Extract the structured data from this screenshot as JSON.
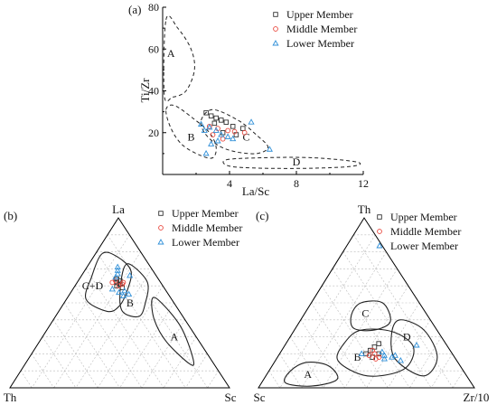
{
  "legend_labels": [
    "Upper Member",
    "Middle Member",
    "Lower Member"
  ],
  "colors": {
    "upper": "#333333",
    "middle": "#e8443a",
    "lower": "#2f8fd8",
    "axis": "#000000",
    "grid": "#bbbbbb",
    "field": "#222222"
  },
  "chart_data": [
    {
      "panel": "(a)",
      "type": "scatter",
      "xlabel": "La/Sc",
      "ylabel": "Ti/Zr",
      "xlim": [
        0,
        12
      ],
      "ylim": [
        0,
        80
      ],
      "x_ticks": [
        "4",
        "8",
        "12"
      ],
      "y_ticks": [
        "20",
        "40",
        "60",
        "80"
      ],
      "grid": false,
      "legend": "top-right",
      "field_labels": [
        {
          "text": "A",
          "x": 0.5,
          "y": 58
        },
        {
          "text": "B",
          "x": 1.7,
          "y": 18
        },
        {
          "text": "C",
          "x": 5.0,
          "y": 18
        },
        {
          "text": "D",
          "x": 8.0,
          "y": 6
        }
      ],
      "fields": [
        {
          "name": "A",
          "points": [
            [
              0.2,
              74
            ],
            [
              0.9,
              70
            ],
            [
              1.7,
              60
            ],
            [
              1.9,
              50
            ],
            [
              1.4,
              40
            ],
            [
              0.6,
              37
            ],
            [
              0.1,
              38
            ]
          ]
        },
        {
          "name": "B",
          "points": [
            [
              0.2,
              31
            ],
            [
              0.7,
              33
            ],
            [
              1.8,
              27
            ],
            [
              2.8,
              20
            ],
            [
              3.2,
              13
            ],
            [
              3.0,
              8
            ],
            [
              2.3,
              9
            ],
            [
              1.2,
              14
            ],
            [
              0.5,
              22
            ]
          ]
        },
        {
          "name": "C",
          "points": [
            [
              2.3,
              26
            ],
            [
              3.0,
              31
            ],
            [
              4.5,
              26
            ],
            [
              5.6,
              19
            ],
            [
              6.3,
              13
            ],
            [
              5.6,
              10
            ],
            [
              4.3,
              11
            ],
            [
              3.3,
              14
            ],
            [
              2.5,
              20
            ]
          ]
        },
        {
          "name": "D",
          "points": [
            [
              3.8,
              7
            ],
            [
              6,
              8
            ],
            [
              9,
              8
            ],
            [
              11.6,
              6
            ],
            [
              11.4,
              4
            ],
            [
              9,
              3
            ],
            [
              6,
              3
            ],
            [
              4,
              4
            ]
          ]
        }
      ],
      "series": [
        {
          "name": "Upper Member",
          "points": [
            [
              2.6,
              29.5
            ],
            [
              2.9,
              28
            ],
            [
              3.2,
              27
            ],
            [
              3.5,
              26
            ],
            [
              3.8,
              25
            ],
            [
              4.2,
              23
            ],
            [
              3.1,
              24.5
            ],
            [
              4.8,
              22
            ],
            [
              3.6,
              20
            ],
            [
              4.4,
              19
            ]
          ]
        },
        {
          "name": "Middle Member",
          "points": [
            [
              2.8,
              23
            ],
            [
              3.3,
              22
            ],
            [
              3.9,
              21
            ],
            [
              4.3,
              20.5
            ],
            [
              3.0,
              19
            ],
            [
              4.9,
              20
            ],
            [
              3.6,
              17
            ]
          ]
        },
        {
          "name": "Lower Member",
          "points": [
            [
              2.3,
              24
            ],
            [
              2.8,
              22.5
            ],
            [
              3.2,
              21
            ],
            [
              3.5,
              19
            ],
            [
              3.9,
              18
            ],
            [
              4.2,
              17
            ],
            [
              2.6,
              10
            ],
            [
              2.9,
              14.5
            ],
            [
              3.3,
              16
            ],
            [
              5.3,
              25
            ],
            [
              6.4,
              12
            ],
            [
              2.5,
              21
            ]
          ]
        }
      ]
    },
    {
      "panel": "(b)",
      "type": "scatter",
      "ternary": true,
      "vertex_labels": {
        "top": "La",
        "left": "Th",
        "right": "Sc"
      },
      "grid": true,
      "legend": "top-right",
      "field_labels": [
        {
          "text": "C+D",
          "a": 0.6,
          "b": 0.32,
          "c": 0.08
        },
        {
          "text": "B",
          "a": 0.5,
          "b": 0.2,
          "c": 0.3
        },
        {
          "text": "A",
          "a": 0.3,
          "b": 0.1,
          "c": 0.6
        }
      ],
      "fields": [
        {
          "name": "C+D",
          "points": [
            [
              0.79,
              0.18,
              0.03
            ],
            [
              0.77,
              0.12,
              0.11
            ],
            [
              0.69,
              0.1,
              0.21
            ],
            [
              0.58,
              0.17,
              0.25
            ],
            [
              0.48,
              0.26,
              0.26
            ],
            [
              0.45,
              0.33,
              0.22
            ],
            [
              0.52,
              0.39,
              0.09
            ],
            [
              0.65,
              0.3,
              0.05
            ]
          ]
        },
        {
          "name": "B",
          "points": [
            [
              0.71,
              0.12,
              0.17
            ],
            [
              0.72,
              0.08,
              0.2
            ],
            [
              0.62,
              0.06,
              0.32
            ],
            [
              0.5,
              0.13,
              0.37
            ],
            [
              0.42,
              0.2,
              0.38
            ],
            [
              0.45,
              0.26,
              0.29
            ],
            [
              0.57,
              0.21,
              0.22
            ]
          ]
        },
        {
          "name": "A",
          "points": [
            [
              0.52,
              0.09,
              0.39
            ],
            [
              0.51,
              0.06,
              0.43
            ],
            [
              0.36,
              0.04,
              0.6
            ],
            [
              0.17,
              0.08,
              0.75
            ],
            [
              0.14,
              0.11,
              0.75
            ],
            [
              0.27,
              0.15,
              0.58
            ],
            [
              0.4,
              0.14,
              0.46
            ]
          ]
        }
      ],
      "series": [
        {
          "name": "Upper Member",
          "points": [
            [
              0.62,
              0.2,
              0.18
            ],
            [
              0.61,
              0.19,
              0.2
            ],
            [
              0.63,
              0.18,
              0.19
            ],
            [
              0.6,
              0.21,
              0.19
            ],
            [
              0.64,
              0.19,
              0.17
            ],
            [
              0.59,
              0.19,
              0.22
            ]
          ]
        },
        {
          "name": "Middle Member",
          "points": [
            [
              0.61,
              0.18,
              0.21
            ],
            [
              0.63,
              0.2,
              0.17
            ],
            [
              0.62,
              0.17,
              0.21
            ],
            [
              0.6,
              0.2,
              0.2
            ],
            [
              0.62,
              0.22,
              0.16
            ]
          ]
        },
        {
          "name": "Lower Member",
          "points": [
            [
              0.71,
              0.15,
              0.14
            ],
            [
              0.69,
              0.16,
              0.15
            ],
            [
              0.67,
              0.17,
              0.16
            ],
            [
              0.65,
              0.19,
              0.16
            ],
            [
              0.57,
              0.19,
              0.24
            ],
            [
              0.56,
              0.22,
              0.22
            ],
            [
              0.55,
              0.18,
              0.27
            ],
            [
              0.66,
              0.12,
              0.22
            ],
            [
              0.58,
              0.24,
              0.18
            ],
            [
              0.54,
              0.21,
              0.25
            ]
          ]
        }
      ]
    },
    {
      "panel": "(c)",
      "type": "scatter",
      "ternary": true,
      "vertex_labels": {
        "top": "Th",
        "left": "Sc",
        "right": "Zr/10"
      },
      "grid": true,
      "legend": "top-right",
      "field_labels": [
        {
          "text": "C",
          "a": 0.44,
          "b": 0.28,
          "c": 0.28
        },
        {
          "text": "D",
          "a": 0.3,
          "b": 0.16,
          "c": 0.54
        },
        {
          "text": "B",
          "a": 0.18,
          "b": 0.45,
          "c": 0.37
        },
        {
          "text": "A",
          "a": 0.08,
          "b": 0.73,
          "c": 0.19
        }
      ],
      "fields": [
        {
          "name": "C",
          "points": [
            [
              0.5,
              0.27,
              0.23
            ],
            [
              0.5,
              0.17,
              0.33
            ],
            [
              0.39,
              0.19,
              0.42
            ],
            [
              0.34,
              0.29,
              0.37
            ],
            [
              0.35,
              0.38,
              0.27
            ],
            [
              0.43,
              0.35,
              0.22
            ]
          ]
        },
        {
          "name": "D",
          "points": [
            [
              0.4,
              0.14,
              0.46
            ],
            [
              0.34,
              0.06,
              0.6
            ],
            [
              0.18,
              0.08,
              0.74
            ],
            [
              0.07,
              0.2,
              0.73
            ],
            [
              0.17,
              0.28,
              0.55
            ],
            [
              0.32,
              0.22,
              0.46
            ]
          ]
        },
        {
          "name": "B",
          "points": [
            [
              0.34,
              0.35,
              0.31
            ],
            [
              0.33,
              0.21,
              0.46
            ],
            [
              0.24,
              0.16,
              0.6
            ],
            [
              0.11,
              0.27,
              0.62
            ],
            [
              0.07,
              0.46,
              0.47
            ],
            [
              0.16,
              0.55,
              0.29
            ],
            [
              0.27,
              0.46,
              0.27
            ]
          ]
        },
        {
          "name": "A",
          "points": [
            [
              0.15,
              0.7,
              0.15
            ],
            [
              0.13,
              0.61,
              0.26
            ],
            [
              0.05,
              0.61,
              0.34
            ],
            [
              0.01,
              0.75,
              0.24
            ],
            [
              0.03,
              0.86,
              0.11
            ],
            [
              0.1,
              0.8,
              0.1
            ]
          ]
        }
      ],
      "series": [
        {
          "name": "Upper Member",
          "points": [
            [
              0.24,
              0.34,
              0.42
            ],
            [
              0.22,
              0.37,
              0.41
            ],
            [
              0.2,
              0.4,
              0.4
            ],
            [
              0.26,
              0.31,
              0.43
            ],
            [
              0.2,
              0.34,
              0.46
            ],
            [
              0.18,
              0.38,
              0.44
            ]
          ]
        },
        {
          "name": "Middle Member",
          "points": [
            [
              0.22,
              0.36,
              0.42
            ],
            [
              0.2,
              0.36,
              0.44
            ],
            [
              0.18,
              0.35,
              0.47
            ],
            [
              0.19,
              0.39,
              0.42
            ],
            [
              0.17,
              0.37,
              0.46
            ]
          ]
        },
        {
          "name": "Lower Member",
          "points": [
            [
              0.21,
              0.32,
              0.47
            ],
            [
              0.19,
              0.32,
              0.49
            ],
            [
              0.19,
              0.27,
              0.54
            ],
            [
              0.17,
              0.33,
              0.5
            ],
            [
              0.25,
              0.14,
              0.61
            ],
            [
              0.18,
              0.29,
              0.53
            ],
            [
              0.16,
              0.26,
              0.58
            ],
            [
              0.2,
              0.42,
              0.38
            ]
          ]
        }
      ]
    }
  ]
}
